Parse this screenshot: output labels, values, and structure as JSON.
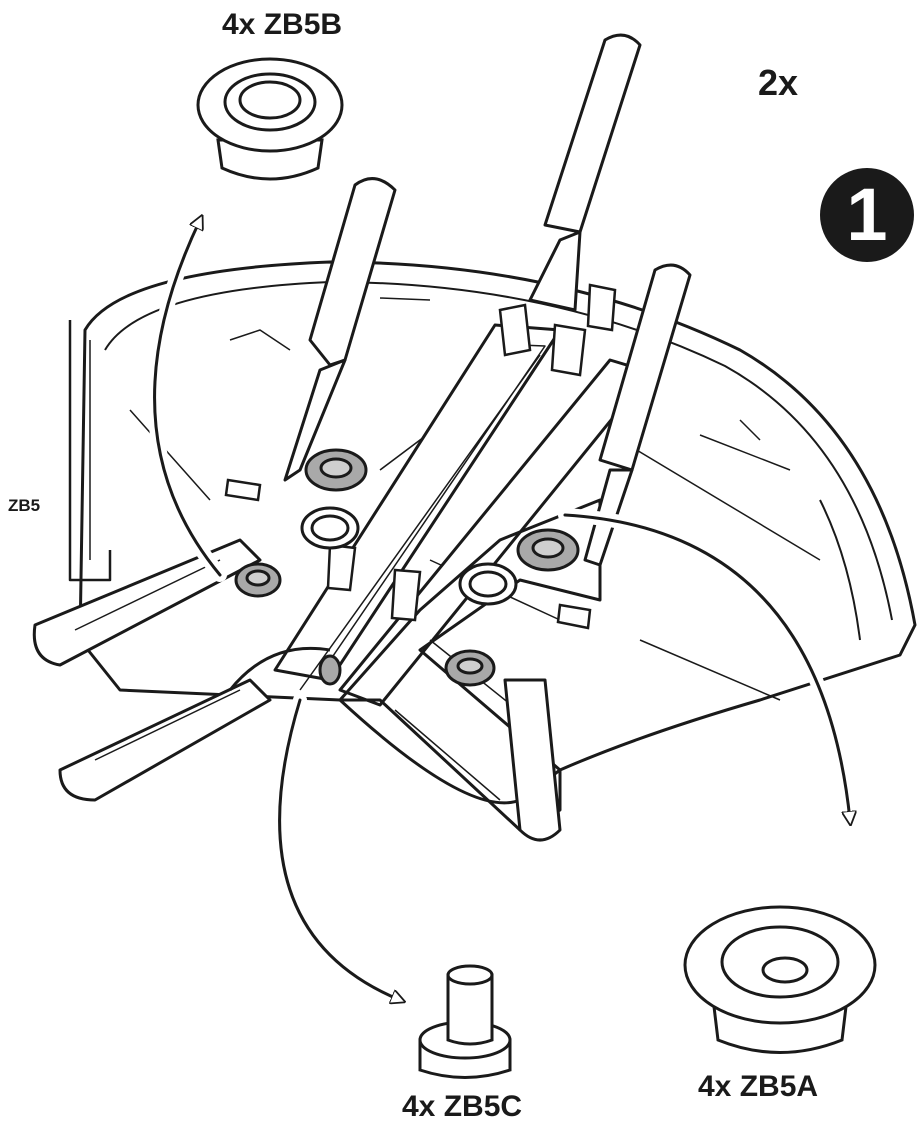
{
  "labels": {
    "zb5b": "4x ZB5B",
    "multiplier": "2x",
    "zb5": "ZB5",
    "zb5c": "4x ZB5C",
    "zb5a": "4x ZB5A"
  },
  "step_number": "1",
  "colors": {
    "line": "#1a1a1a",
    "background": "#ffffff",
    "grommet_fill": "#a9a9a9",
    "badge": "#1a1a1a"
  }
}
